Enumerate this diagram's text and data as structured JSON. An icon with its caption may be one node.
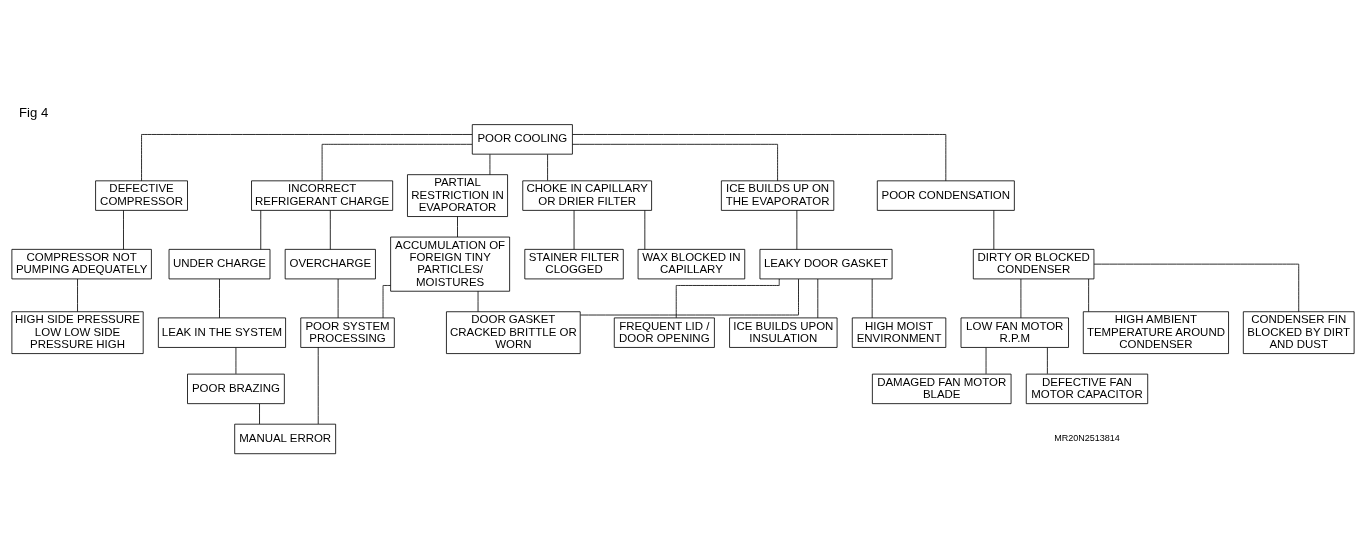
{
  "diagram": {
    "title": "Fig 4",
    "nodes": [
      {
        "text": [
          "POOR COOLING"
        ]
      },
      {
        "text": [
          "DEFECTIVE COMPRESSOR"
        ]
      },
      {
        "text": [
          "INCORRECT REFRIGERANT CHARGE"
        ]
      },
      {
        "text": [
          "PARTIAL RESTRICTION IN EVAPORATOR"
        ]
      },
      {
        "text": [
          "CHOKE IN CAPILLARY OR DRIER FILTER"
        ]
      },
      {
        "text": [
          "ICE BUILDS UP ON THE EVAPORATOR"
        ]
      },
      {
        "text": [
          "POOR CONDENSATION"
        ]
      },
      {
        "text": [
          "COMPRESSOR NOT PUMPING ADEQUATELY"
        ]
      },
      {
        "text": [
          "UNDER CHARGE"
        ]
      },
      {
        "text": [
          "OVERCHARGE"
        ]
      },
      {
        "text": [
          "ACCUMULATION OF FOREIGN TINY PARTICLES/ MOISTURES"
        ]
      },
      {
        "text": [
          "STAINER FILTER CLOGGED"
        ]
      },
      {
        "text": [
          "WAX BLOCKED IN CAPILLARY"
        ]
      },
      {
        "text": [
          "DIRTY OR BLOCKED CONDENSER"
        ]
      },
      {
        "text": [
          "LEAKY DOOR GASKET"
        ]
      },
      {
        "text": [
          "HIGH SIDE PRESSURE LOW LOW SIDE PRESSURE HIGH"
        ]
      },
      {
        "text": [
          "LEAK IN THE SYSTEM"
        ]
      },
      {
        "text": [
          "POOR SYSTEM PROCESSING"
        ]
      },
      {
        "text": [
          "DOOR GASKET CRACKED BRITTLE OR WORN"
        ]
      },
      {
        "text": [
          "FREQUENT LID / DOOR OPENING"
        ]
      },
      {
        "text": [
          "ICE BUILDS UPON INSULATION"
        ]
      },
      {
        "text": [
          "HIGH MOIST ENVIRONMENT"
        ]
      },
      {
        "text": [
          "POOR BRAZING"
        ]
      },
      {
        "text": [
          "MANUAL ERROR"
        ]
      },
      {
        "text": [
          "LOW FAN MOTOR R.P.M"
        ]
      },
      {
        "text": [
          "HIGH AMBIENT TEMPERATURE AROUND CONDENSER"
        ]
      },
      {
        "text": [
          "CONDENSER FIN BLOCKED BY DIRT AND DUST"
        ]
      },
      {
        "text": [
          "DAMAGED FAN MOTOR BLADE"
        ]
      },
      {
        "text": [
          "DEFECTIVE FAN MOTOR CAPACITOR"
        ]
      }
    ],
    "edges": [
      {
        "from": 0,
        "to": 1,
        "arrow": "none"
      },
      {
        "from": 0,
        "to": 2,
        "arrow": "none"
      },
      {
        "from": 0,
        "to": 3,
        "arrow": "none"
      },
      {
        "from": 0,
        "to": 4,
        "arrow": "none"
      },
      {
        "from": 0,
        "to": 5,
        "arrow": "none"
      },
      {
        "from": 0,
        "to": 6,
        "arrow": "none"
      },
      {
        "from": 1,
        "to": 7,
        "arrow": "none"
      },
      {
        "from": 2,
        "to": 8,
        "arrow": "none"
      },
      {
        "from": 2,
        "to": 9,
        "arrow": "none"
      },
      {
        "from": 3,
        "to": 10,
        "arrow": "none"
      },
      {
        "from": 4,
        "to": 11,
        "arrow": "none"
      },
      {
        "from": 4,
        "to": 12,
        "arrow": "none"
      },
      {
        "from": 6,
        "to": 13,
        "arrow": "none"
      },
      {
        "from": 5,
        "to": 14,
        "arrow": "none"
      },
      {
        "from": 7,
        "to": 15,
        "arrow": "none"
      },
      {
        "from": 8,
        "to": 16,
        "arrow": "none"
      },
      {
        "from": 9,
        "to": 17,
        "arrow": "none"
      },
      {
        "from": 10,
        "to": 17,
        "arrow": "none"
      },
      {
        "from": 10,
        "to": 18,
        "arrow": "none"
      },
      {
        "from": 14,
        "to": 18,
        "arrow": "none"
      },
      {
        "from": 14,
        "to": 19,
        "arrow": "none"
      },
      {
        "from": 14,
        "to": 20,
        "arrow": "none"
      },
      {
        "from": 14,
        "to": 21,
        "arrow": "none"
      },
      {
        "from": 16,
        "to": 22,
        "arrow": "none"
      },
      {
        "from": 17,
        "to": 23,
        "arrow": "none"
      },
      {
        "from": 22,
        "to": 23,
        "arrow": "none"
      },
      {
        "from": 13,
        "to": 24,
        "arrow": "none"
      },
      {
        "from": 13,
        "to": 25,
        "arrow": "none"
      },
      {
        "from": 13,
        "to": 26,
        "arrow": "none"
      },
      {
        "from": 24,
        "to": 27,
        "arrow": "none"
      },
      {
        "from": 24,
        "to": 28,
        "arrow": "none"
      }
    ],
    "labels": [
      "MR20N2513814"
    ]
  }
}
